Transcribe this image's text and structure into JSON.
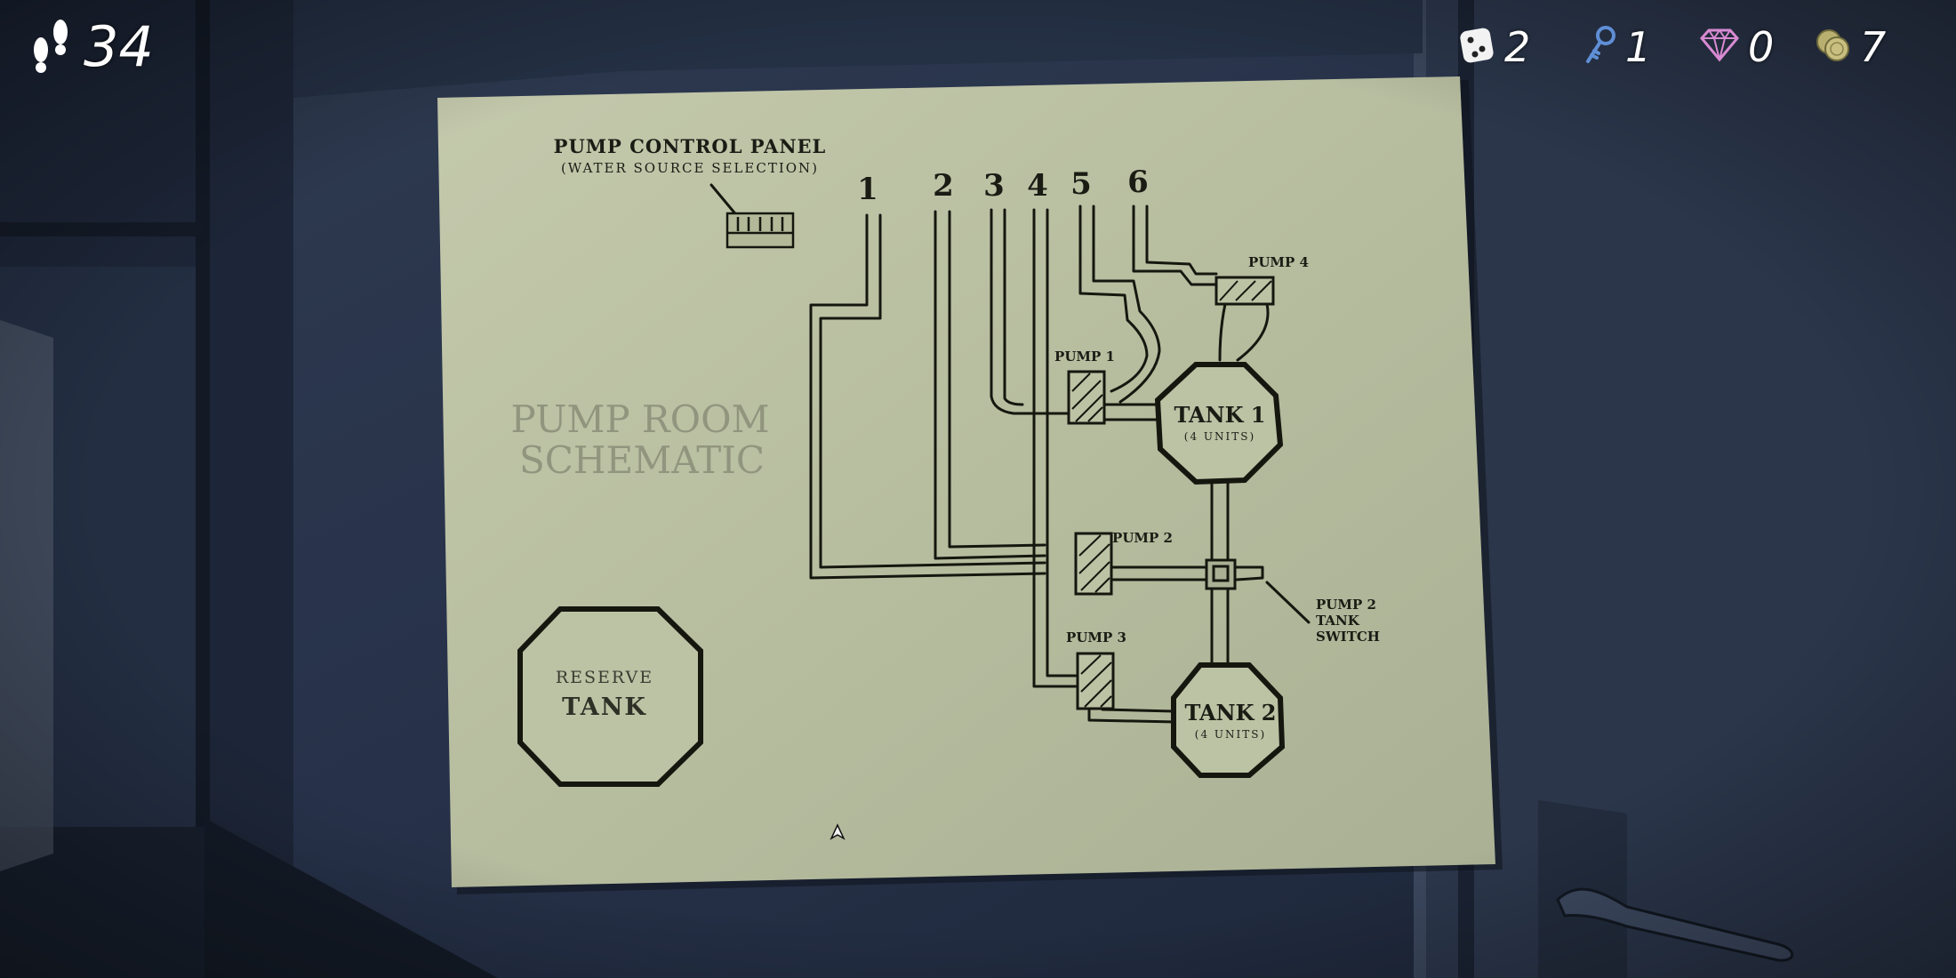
{
  "hud": {
    "steps": "34",
    "dice": "2",
    "keys": "1",
    "gems": "0",
    "coins": "7",
    "colors": {
      "dice": "#f2f2f2",
      "key": "#5f8fd6",
      "gem": "#d88ad2",
      "coin": "#b9b070"
    }
  },
  "schematic": {
    "title_line1": "PUMP ROOM",
    "title_line2": "SCHEMATIC",
    "control_panel_title": "PUMP CONTROL PANEL",
    "control_panel_subtitle": "(WATER SOURCE SELECTION)",
    "pipe_numbers": [
      "1",
      "2",
      "3",
      "4",
      "5",
      "6"
    ],
    "pump1": "PUMP 1",
    "pump2": "PUMP 2",
    "pump3": "PUMP 3",
    "pump4": "PUMP 4",
    "tank1_name": "TANK 1",
    "tank1_units": "(4 UNITS)",
    "tank2_name": "TANK 2",
    "tank2_units": "(4 UNITS)",
    "reserve_line1": "RESERVE",
    "reserve_line2": "TANK",
    "switch_line1": "PUMP 2",
    "switch_line2": "TANK",
    "switch_line3": "SWITCH"
  },
  "colors": {
    "paper": "#bcc2a4",
    "ink": "#15170f",
    "wall": "#2a3548"
  }
}
